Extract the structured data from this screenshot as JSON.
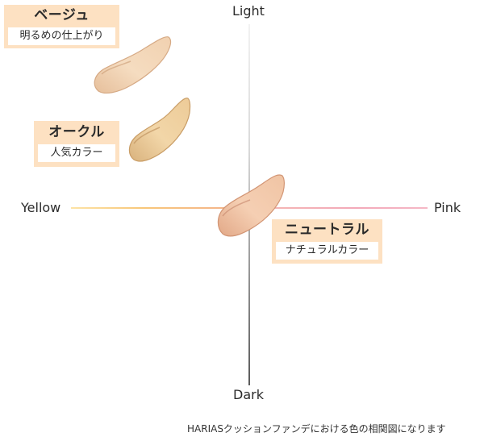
{
  "axes": {
    "top": "Light",
    "bottom": "Dark",
    "left": "Yellow",
    "right": "Pink",
    "colors": {
      "vertical_top": "#f2f2f2",
      "vertical_bottom": "#5a5a5a",
      "horizontal_left": "#f8c779",
      "horizontal_right": "#f3a9b9"
    }
  },
  "shades": [
    {
      "name": "ベージュ",
      "description": "明るめの仕上がり",
      "swatch_color": "#f3d3b3",
      "swatch_shadow": "#d9ae88",
      "position": "upper-left (lighter, yellower)"
    },
    {
      "name": "オークル",
      "description": "人気カラー",
      "swatch_color": "#efcf9f",
      "swatch_shadow": "#cfa46f",
      "position": "upper-left, below beige (yellow)"
    },
    {
      "name": "ニュートラル",
      "description": "ナチュラルカラー",
      "swatch_color": "#f2c7a8",
      "swatch_shadow": "#d79a78",
      "position": "center (neutral)"
    }
  ],
  "label_box_color": "#fde1c2",
  "caption": "HARIASクッションファンデにおける色の相関図になります"
}
